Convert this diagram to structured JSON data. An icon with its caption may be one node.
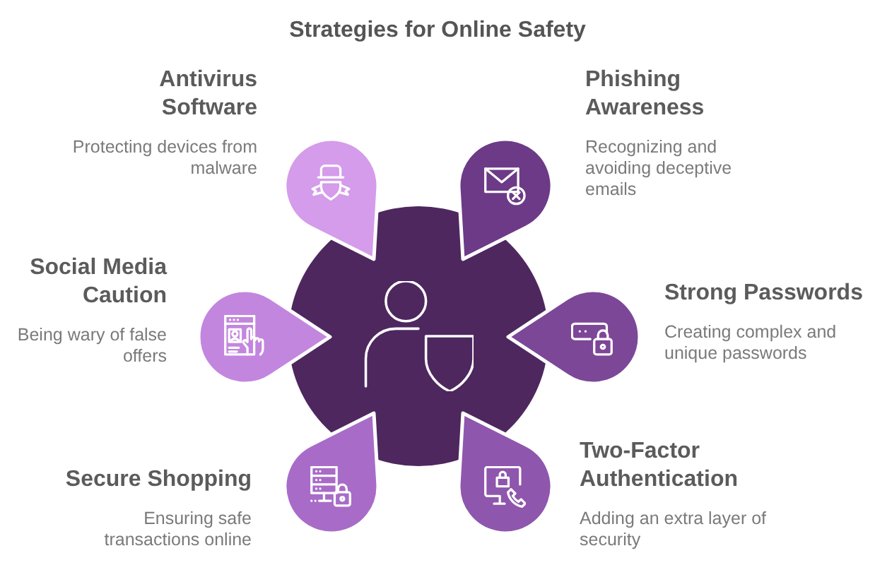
{
  "diagram": {
    "title": "Strategies for Online Safety",
    "nodes": [
      {
        "text": [],
        "shape": "drop",
        "beside": [
          "Antivirus Software",
          "Protecting devices from malware"
        ]
      },
      {
        "text": [],
        "shape": "drop",
        "beside": [
          "Phishing Awareness",
          "Recognizing and avoiding deceptive emails"
        ]
      },
      {
        "text": [],
        "shape": "circle"
      },
      {
        "text": [],
        "shape": "drop",
        "beside": [
          "Social Media Caution",
          "Being wary of false offers"
        ]
      },
      {
        "text": [],
        "shape": "drop",
        "beside": [
          "Strong Passwords",
          "Creating complex and unique passwords"
        ]
      },
      {
        "text": [],
        "shape": "drop",
        "beside": [
          "Secure Shopping",
          "Ensuring safe transactions online"
        ]
      },
      {
        "text": [],
        "shape": "drop",
        "beside": [
          "Two-Factor Authentication",
          "Adding an extra layer of security"
        ]
      }
    ]
  }
}
